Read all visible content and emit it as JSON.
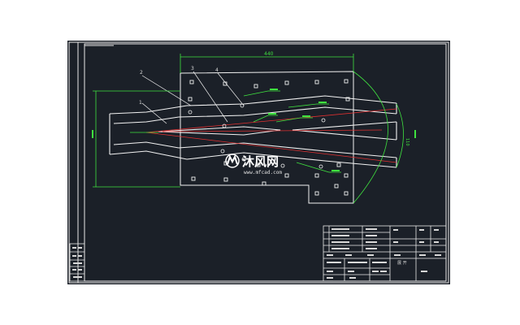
{
  "drawing": {
    "overall_dimension": "440",
    "width_dimension": "110",
    "part_labels": [
      "2",
      "3",
      "4",
      "1"
    ],
    "colors": {
      "background": "#1b2028",
      "frame": "#e8e8e8",
      "dimension": "#3fe23f",
      "centerline": "#e03030",
      "outline": "#f2f2f2",
      "bolt_holes": "#f0f0f0",
      "label_text": "#d8d8d8"
    }
  },
  "watermark": {
    "brand": "沐风网",
    "url": "www.mfcad.com",
    "logo_icon": "mf-logo-icon"
  },
  "title_block": {
    "note": "展 开"
  }
}
